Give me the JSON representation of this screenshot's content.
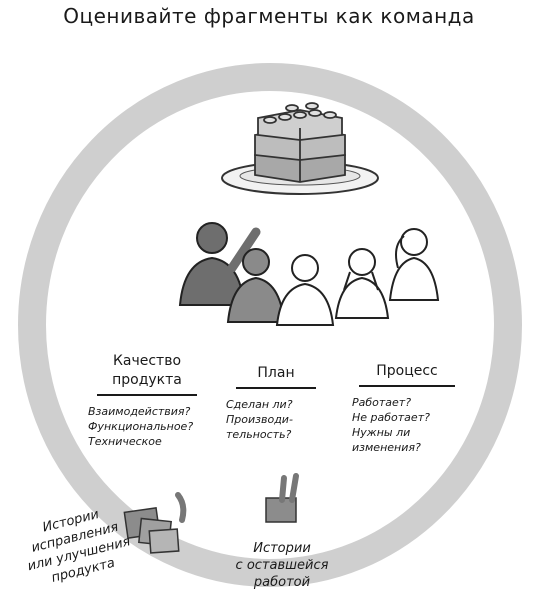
{
  "title": "Оценивайте фрагменты как команда",
  "columns": [
    {
      "header_lines": [
        "Качество",
        "продукта"
      ],
      "questions": [
        "Взаимодействия?",
        "Функциональное?",
        "Техническое"
      ]
    },
    {
      "header_lines": [
        "План"
      ],
      "questions": [
        "Сделан ли?",
        "Производи-",
        "тельность?"
      ]
    },
    {
      "header_lines": [
        "Процесс"
      ],
      "questions": [
        "Работает?",
        "Не работает?",
        "Нужны ли",
        "изменения?"
      ]
    }
  ],
  "notes": {
    "left": [
      "Истории",
      "исправления",
      "или улучшения",
      "продукта"
    ],
    "right": [
      "Истории",
      "с оставшейся",
      "работой"
    ]
  }
}
